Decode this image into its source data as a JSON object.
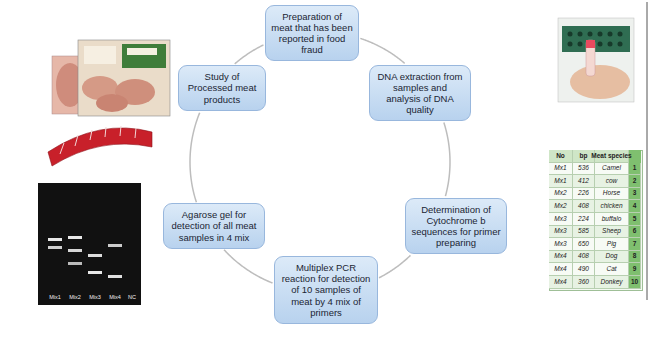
{
  "diagram": {
    "nodes": [
      {
        "text": [
          "Preparation of meat that has been reported in food fraud"
        ]
      },
      {
        "text": [
          "DNA extraction from samples and analysis of DNA quality"
        ]
      },
      {
        "text": [
          "Determination of Cytochrome b sequences for primer preparing"
        ]
      },
      {
        "text": [
          "Multiplex PCR reaction for detection of 10 samples of meat by 4 mix of primers"
        ]
      },
      {
        "text": [
          "Agarose gel for detection of all meat samples in 4 mix"
        ]
      },
      {
        "text": [
          "Study of Processed meat products"
        ]
      }
    ],
    "edges": [
      {
        "from": 0,
        "to": 1,
        "arrow": "none"
      },
      {
        "from": 1,
        "to": 2,
        "arrow": "none"
      },
      {
        "from": 2,
        "to": 3,
        "arrow": "none"
      },
      {
        "from": 3,
        "to": 4,
        "arrow": "none"
      },
      {
        "from": 4,
        "to": 5,
        "arrow": "none"
      },
      {
        "from": 5,
        "to": 0,
        "arrow": "none"
      }
    ],
    "labels": [
      "No",
      "bp",
      "Meat species",
      "Mx1",
      "536",
      "Camel",
      "1",
      "Mx1",
      "412",
      "cow",
      "2",
      "Mx2",
      "226",
      "Horse",
      "3",
      "Mx2",
      "408",
      "chicken",
      "4",
      "Mx3",
      "224",
      "buffalo",
      "5",
      "Mx3",
      "585",
      "Sheep",
      "6",
      "Mx3",
      "650",
      "Pig",
      "7",
      "Mx4",
      "408",
      "Dog",
      "8",
      "Mx4",
      "490",
      "Cat",
      "9",
      "Mx4",
      "360",
      "Donkey",
      "10",
      "Mix1",
      "Mix2",
      "Mix3",
      "Mix4",
      "NC"
    ]
  }
}
